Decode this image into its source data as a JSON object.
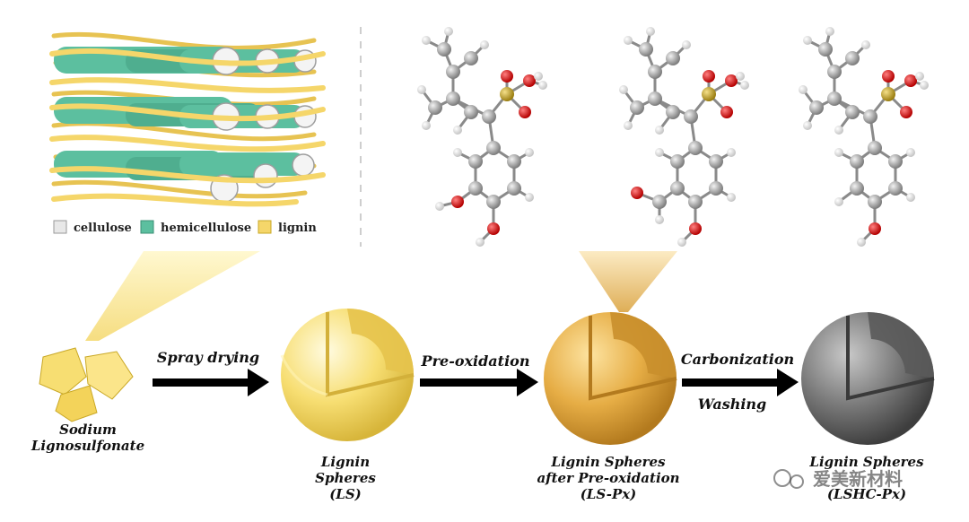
{
  "legend": {
    "cellulose": "cellulose",
    "hemicellulose": "hemicellulose",
    "lignin": "lignin"
  },
  "steps": {
    "spray_drying": "Spray drying",
    "pre_oxidation": "Pre-oxidation",
    "carbonization": "Carbonization",
    "washing": "Washing"
  },
  "nodes": {
    "sodium_line1": "Sodium",
    "sodium_line2": "Lignosulfonate",
    "ls_line1": "Lignin",
    "ls_line2": "Spheres",
    "ls_line3": "(LS)",
    "lspx_line1": "Lignin Spheres",
    "lspx_line2": "after Pre-oxidation",
    "lspx_line3": "(LS-Px)",
    "lshc_line1": "Lignin Spheres",
    "lshc_line3": "(LSHC-Px)"
  },
  "watermark": "爱美新材料",
  "colors": {
    "cellulose": "#e8e8e8",
    "hemicellulose": "#5cbf9f",
    "lignin": "#f5d66a",
    "ls_sphere": "#f7de72",
    "lspx_sphere": "#e6ad45",
    "lshc_sphere": "#7a7a7a",
    "atom_carbon": "#a9a9a9",
    "atom_oxygen": "#e01818",
    "atom_sulfur": "#c9a826",
    "atom_hydrogen": "#f2f2f2"
  }
}
